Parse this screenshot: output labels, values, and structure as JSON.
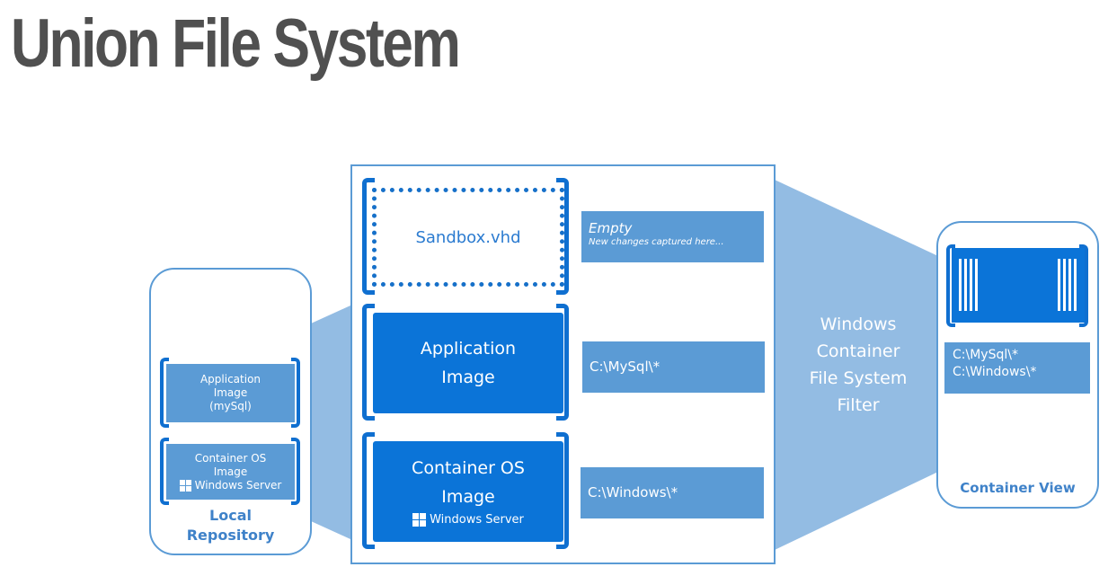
{
  "title": "Union File System",
  "colors": {
    "title_gray": "#505050",
    "accent_blue": "#0b74d8",
    "light_blue": "#5b9bd5",
    "trapezoid_blue": "#93bce3"
  },
  "local_repository": {
    "label_line1": "Local",
    "label_line2": "Repository",
    "app_image": {
      "line1": "Application",
      "line2": "Image",
      "line3": "(mySql)"
    },
    "os_image": {
      "line1": "Container OS",
      "line2": "Image",
      "brand": "Windows Server",
      "brand_icon": "windows-logo-icon"
    }
  },
  "center_stack": {
    "sandbox": {
      "label": "Sandbox.vhd",
      "info_title": "Empty",
      "info_subtitle": "New changes captured here..."
    },
    "app_image": {
      "line1": "Application",
      "line2": "Image",
      "path": "C:\\MySql\\*"
    },
    "os_image": {
      "line1": "Container OS",
      "line2": "Image",
      "brand": "Windows Server",
      "brand_icon": "windows-logo-icon",
      "path": "C:\\Windows\\*"
    }
  },
  "filter": {
    "line1": "Windows",
    "line2": "Container",
    "line3": "File System",
    "line4": "Filter"
  },
  "container_view": {
    "label": "Container View",
    "icon": "container-icon",
    "paths": [
      "C:\\MySql\\*",
      "C:\\Windows\\*"
    ]
  }
}
